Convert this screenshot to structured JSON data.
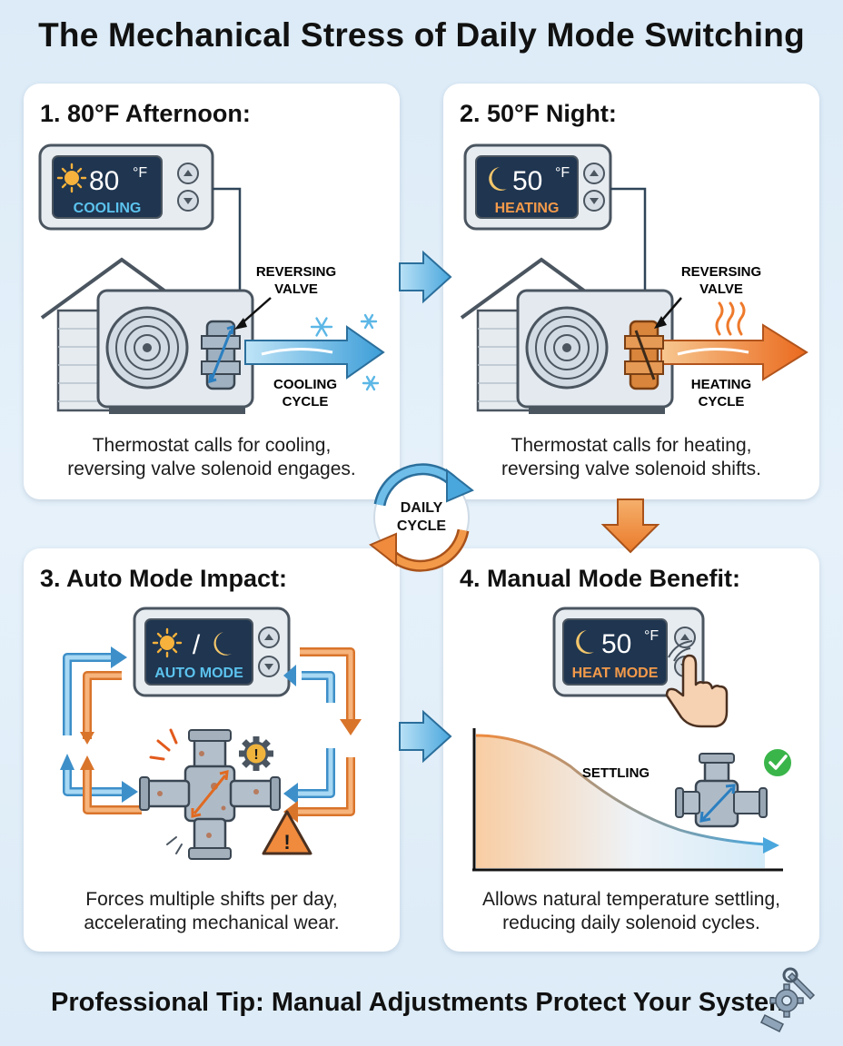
{
  "title": "The Mechanical Stress of Daily Mode Switching",
  "panels": [
    {
      "heading": "1. 80°F Afternoon:",
      "display_temp": "80",
      "display_unit": "°F",
      "display_mode": "COOLING",
      "valve_label": [
        "REVERSING",
        "VALVE"
      ],
      "cycle_label": [
        "COOLING",
        "CYCLE"
      ],
      "description": [
        "Thermostat calls for cooling,",
        "reversing valve solenoid engages."
      ]
    },
    {
      "heading": "2. 50°F Night:",
      "display_temp": "50",
      "display_unit": "°F",
      "display_mode": "HEATING",
      "valve_label": [
        "REVERSING",
        "VALVE"
      ],
      "cycle_label": [
        "HEATING",
        "CYCLE"
      ],
      "description": [
        "Thermostat calls for heating,",
        "reversing valve solenoid shifts."
      ]
    },
    {
      "heading": "3. Auto Mode Impact:",
      "display_separator": "/",
      "display_mode": "AUTO MODE",
      "description": [
        "Forces multiple shifts per day,",
        "accelerating mechanical wear."
      ]
    },
    {
      "heading": "4. Manual Mode Benefit:",
      "display_temp": "50",
      "display_unit": "°F",
      "display_mode": "HEAT MODE",
      "curve_label": "SETTLING",
      "description": [
        "Allows natural temperature settling,",
        "reducing daily solenoid cycles."
      ]
    }
  ],
  "cycle_badge": [
    "DAILY",
    "CYCLE"
  ],
  "tip": "Professional Tip: Manual Adjustments Protect Your System",
  "colors": {
    "cool_blue": "#4aa7dd",
    "heat_orange": "#f08a3c",
    "display_bg": "#1f3550",
    "cool_text": "#5cc3ee",
    "heat_text": "#f39a4a",
    "panel_bg": "#ffffff",
    "page_bg": "#dcebf7",
    "check_green": "#3ab54a"
  },
  "icons": [
    "sun-icon",
    "moon-icon",
    "snowflake-icon",
    "heat-waves-icon",
    "gear-icon",
    "warning-icon",
    "check-icon",
    "hand-pointer-icon",
    "wrench-gear-icon"
  ]
}
